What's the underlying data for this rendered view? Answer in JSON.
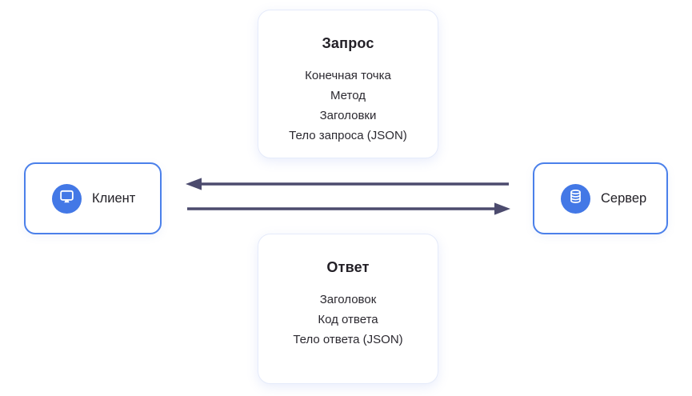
{
  "diagram": {
    "request_box": {
      "title": "Запрос",
      "items": [
        "Конечная точка",
        "Метод",
        "Заголовки",
        "Тело запроса (JSON)"
      ]
    },
    "response_box": {
      "title": "Ответ",
      "items": [
        "Заголовок",
        "Код ответа",
        "Тело ответа (JSON)"
      ]
    },
    "client": {
      "label": "Клиент",
      "icon": "monitor-icon"
    },
    "server": {
      "label": "Сервер",
      "icon": "database-icon"
    },
    "arrows": [
      {
        "name": "response-arrow",
        "direction": "left",
        "from": "Сервер",
        "to": "Клиент"
      },
      {
        "name": "request-arrow",
        "direction": "right",
        "from": "Клиент",
        "to": "Сервер"
      }
    ],
    "colors": {
      "accent_blue": "#4378e6",
      "node_border_blue": "#4b80ea",
      "panel_border": "#e5ebfa",
      "arrow": "#4c4b6e",
      "text": "#222026"
    }
  }
}
